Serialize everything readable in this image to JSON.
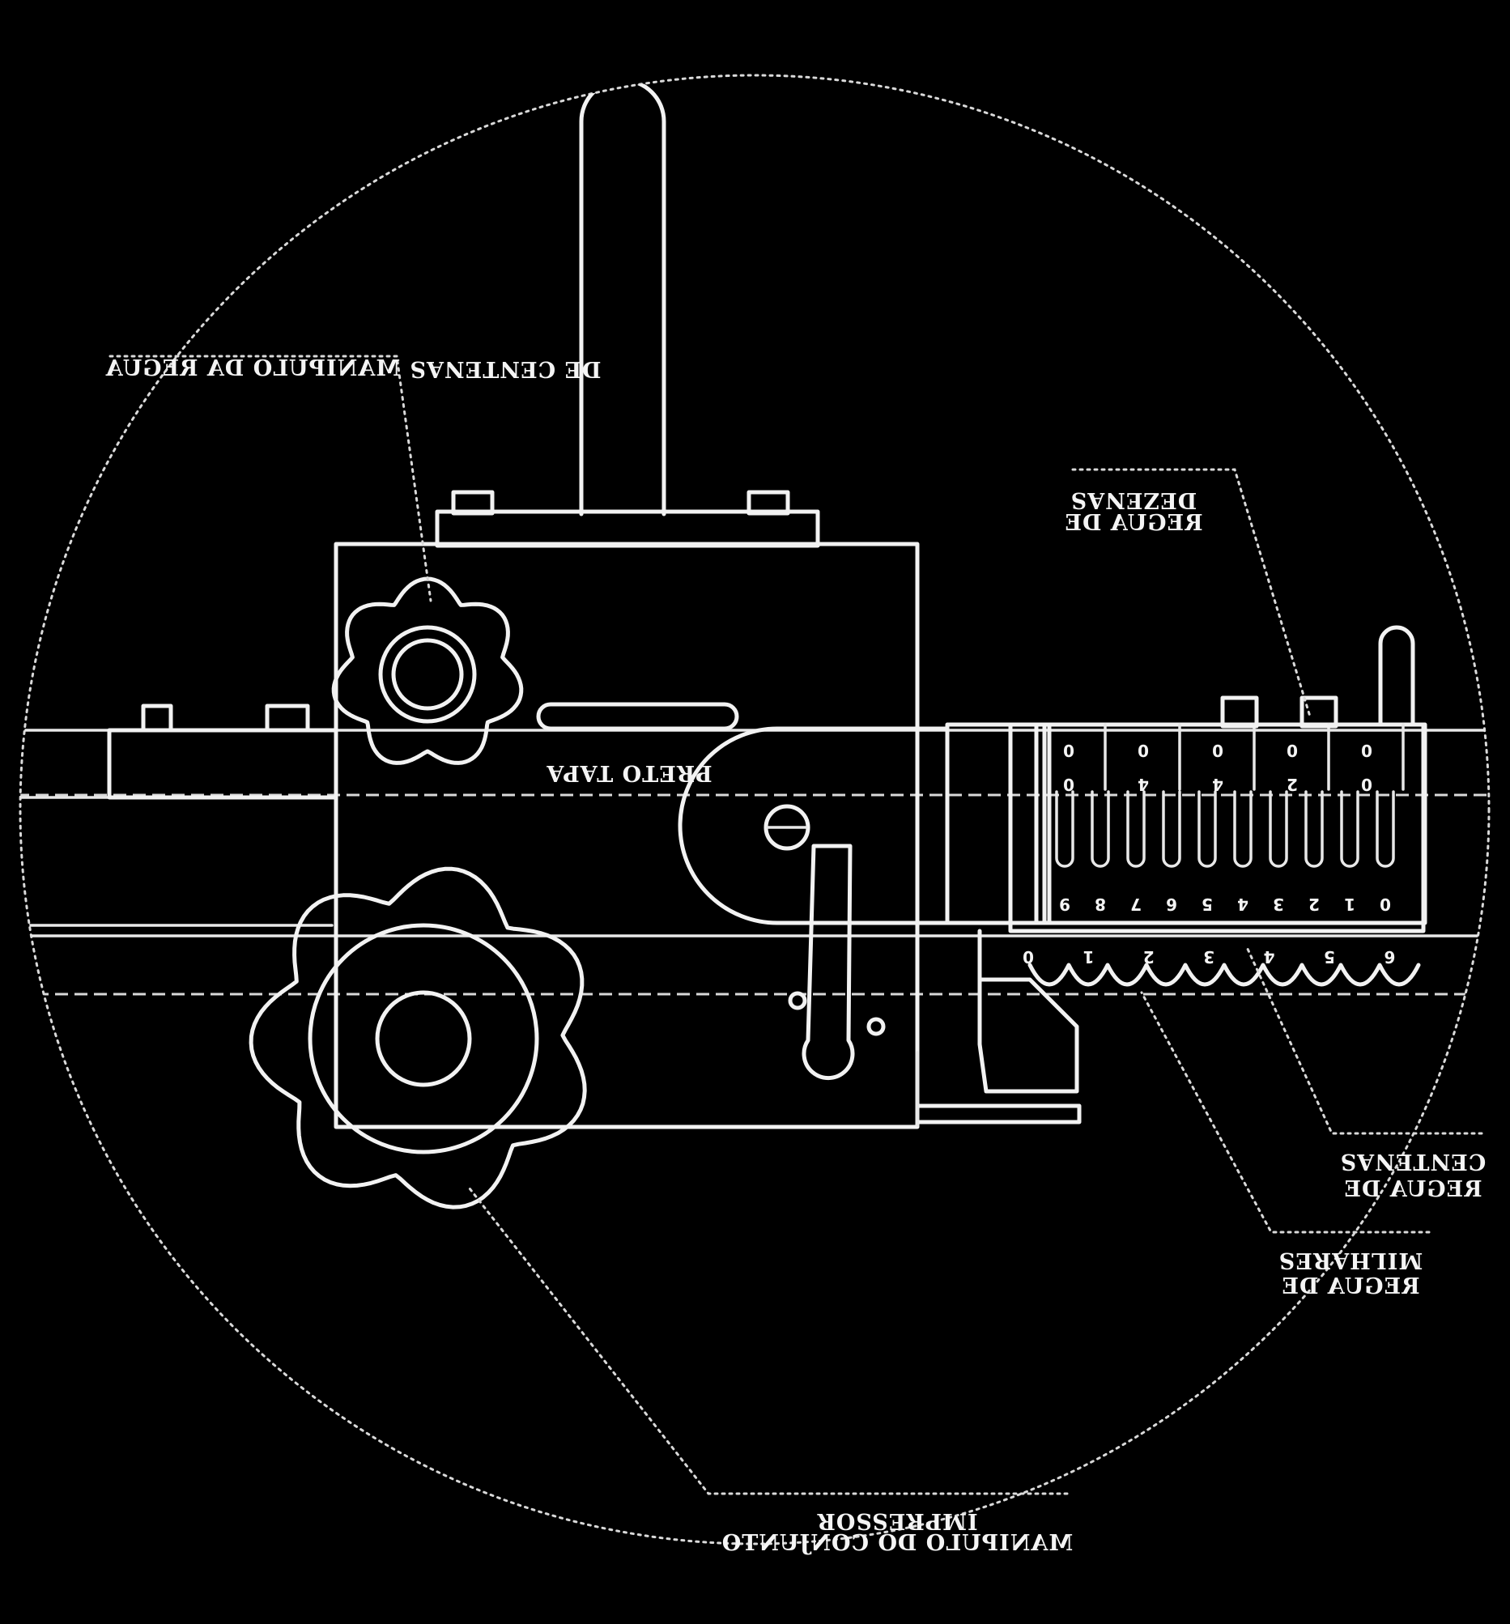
{
  "labels": {
    "centenas_knob": [
      "MANIPULO DA REGUA",
      "DE CENTENAS"
    ],
    "dezenas_rule": [
      "REGUA DE",
      "DEZENAS"
    ],
    "centenas_rule": [
      "CENTENAS",
      "REGUA DE"
    ],
    "milhares_rule": [
      "MILHARES",
      "REGUA DE"
    ],
    "impressor_knob": [
      "IMPRESSOR",
      "MANIPULO DO CONJUNTO"
    ],
    "body_text": "PRETO TAPA"
  },
  "scales": {
    "units_window": [
      "9",
      "8",
      "7",
      "6",
      "5",
      "4",
      "3",
      "2",
      "1",
      "0"
    ],
    "lower_rule": [
      "0",
      "1",
      "2",
      "3",
      "4",
      "5",
      "6"
    ],
    "window_top": [
      "0",
      "0",
      "0",
      "0",
      "0"
    ],
    "window_bottom": [
      "0",
      "4",
      "4",
      "2",
      "0"
    ]
  },
  "colors": {
    "background": "#000000",
    "line": "#f2f2f2"
  }
}
